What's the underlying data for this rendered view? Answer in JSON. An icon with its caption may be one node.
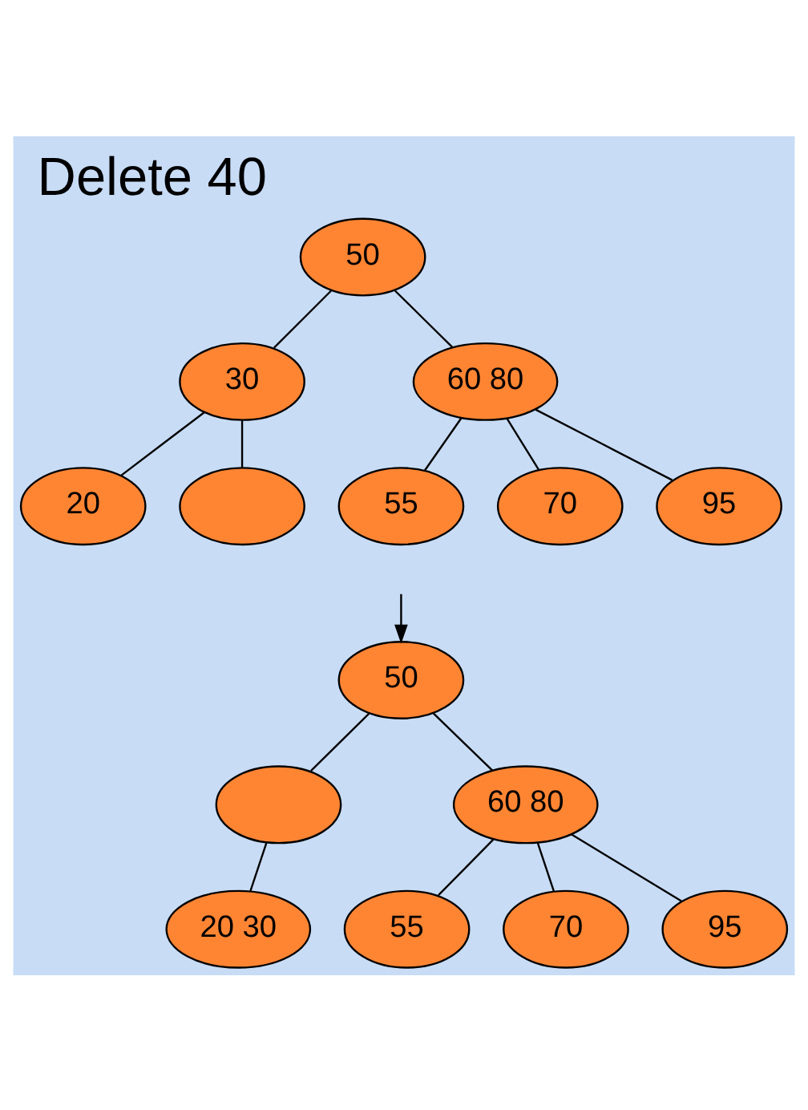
{
  "diagram": {
    "title": "Delete 40",
    "nodes": [
      {
        "text": [
          "50"
        ]
      },
      {
        "text": [
          "30"
        ]
      },
      {
        "text": [
          "60 80"
        ]
      },
      {
        "text": [
          "20"
        ]
      },
      {
        "text": [],
        "shape": "ellipse"
      },
      {
        "text": [
          "55"
        ]
      },
      {
        "text": [
          "70"
        ]
      },
      {
        "text": [
          "95"
        ]
      },
      {
        "text": [
          "50"
        ]
      },
      {
        "text": [],
        "shape": "ellipse"
      },
      {
        "text": [
          "60 80"
        ]
      },
      {
        "text": [
          "20 30"
        ]
      },
      {
        "text": [
          "55"
        ]
      },
      {
        "text": [
          "70"
        ]
      },
      {
        "text": [
          "95"
        ]
      }
    ],
    "edges": [
      {
        "from": 0,
        "to": 1,
        "arrow": "none"
      },
      {
        "from": 0,
        "to": 2,
        "arrow": "none"
      },
      {
        "from": 1,
        "to": 3,
        "arrow": "none"
      },
      {
        "from": 1,
        "to": 4,
        "arrow": "none"
      },
      {
        "from": 2,
        "to": 5,
        "arrow": "none"
      },
      {
        "from": 2,
        "to": 6,
        "arrow": "none"
      },
      {
        "from": 2,
        "to": 7,
        "arrow": "none"
      },
      {
        "from": null,
        "to": 8,
        "arrow": "to"
      },
      {
        "from": 8,
        "to": 9,
        "arrow": "none"
      },
      {
        "from": 8,
        "to": 10,
        "arrow": "none"
      },
      {
        "from": 9,
        "to": 11,
        "arrow": "none"
      },
      {
        "from": 10,
        "to": 12,
        "arrow": "none"
      },
      {
        "from": 10,
        "to": 13,
        "arrow": "none"
      },
      {
        "from": 10,
        "to": 14,
        "arrow": "none"
      }
    ]
  }
}
